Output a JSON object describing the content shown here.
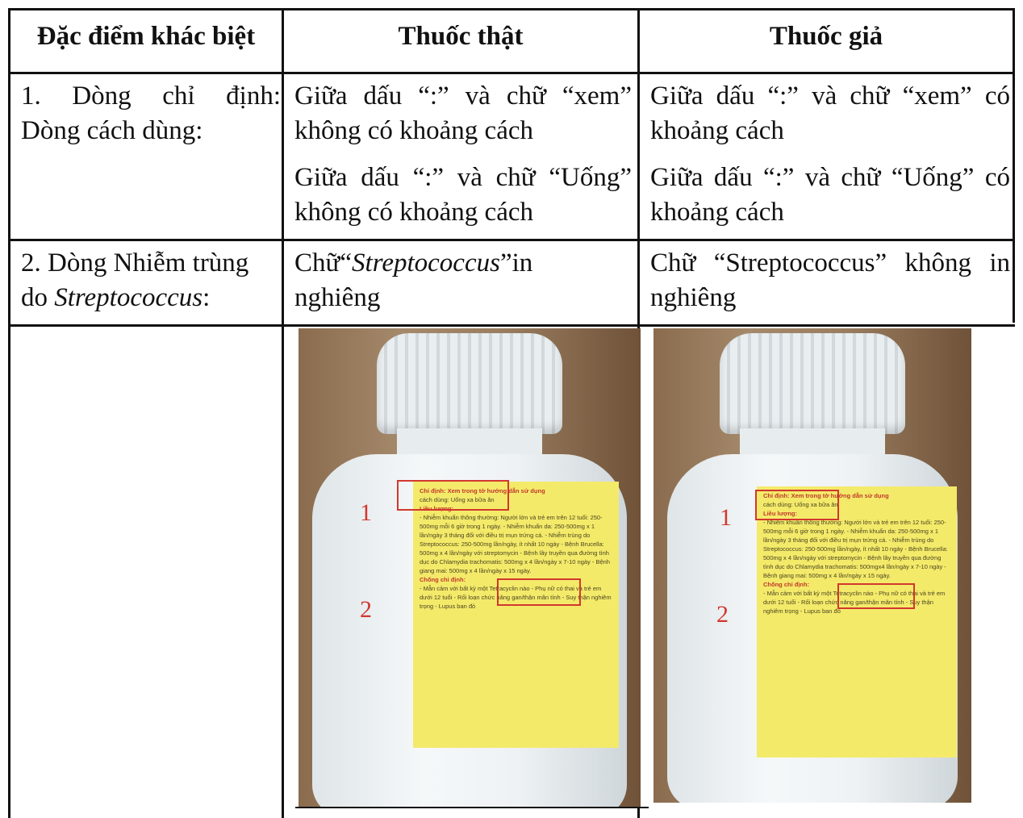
{
  "table": {
    "headers": [
      "Đặc điểm khác biệt",
      "Thuốc thật",
      "Thuốc giả"
    ],
    "row1": {
      "feature_line1": "1. Dòng chỉ định:",
      "feature_line2": "Dòng cách dùng:",
      "real_a": "Giữa dấu “:” và chữ “xem” không có khoảng cách",
      "real_b": "Giữa dấu “:” và chữ “Uống” không có khoảng cách",
      "fake_a": "Giữa dấu “:” và chữ “xem” có khoảng cách",
      "fake_b": "Giữa dấu “:” và chữ “Uống” có khoảng cách"
    },
    "row2": {
      "feature_pre": "2. Dòng Nhiễm trùng do ",
      "feature_italic": "Streptococcus",
      "feature_post": ":",
      "real_pre": "Chữ“",
      "real_italic": "Streptococcus",
      "real_post": "”in nghiêng",
      "fake": "Chữ “Streptococcus” không in nghiêng"
    }
  },
  "photos": {
    "real": {
      "marker1": "1",
      "marker2": "2",
      "label_title": "Chỉ định: Xem trong tờ hướng dẫn sử dụng",
      "label_usage": "cách dùng: Uống xa bữa ăn",
      "label_dosage": "Liều lượng:",
      "label_body": "- Nhiễm khuẩn thông thường: Người lớn và trẻ em trên 12 tuổi: 250-500mg mỗi 6 giờ trong 1 ngày. - Nhiễm khuẩn da: 250-500mg x 1 lần/ngày 3 tháng đối với điều trị mụn trứng cá. - Nhiễm trùng do Streptococcus: 250-500mg lần/ngày, ít nhất 10 ngày - Bệnh Brucella: 500mg x 4 lần/ngày với streptomycin - Bệnh lây truyền qua đường tình dục do Chlamydia trachomatis: 500mg x 4 lần/ngày x 7-10 ngày - Bệnh giang mai: 500mg x 4 lần/ngày x 15 ngày.",
      "label_contra": "Chống chỉ định:",
      "label_contra_body": "- Mẫn cảm với bất kỳ một Tetracyclin nào - Phụ nữ có thai và trẻ em dưới 12 tuổi - Rối loạn chức năng gan/thận mãn tính - Suy thận nghiêm trọng - Lupus ban đỏ"
    },
    "fake": {
      "marker1": "1",
      "marker2": "2",
      "label_title": "Chỉ định: Xem trong tờ hướng dẫn sử dụng",
      "label_usage": "cách dùng: Uống xa bữa ăn",
      "label_dosage": "Liều lượng:",
      "label_body": "- Nhiễm khuẩn thông thường: Người lớn và trẻ em trên 12 tuổi: 250-500mg mỗi 6 giờ trong 1 ngày. - Nhiễm khuẩn da: 250-500mg x 1 lần/ngày 3 tháng đối với điều trị mụn trứng cá. - Nhiễm trùng do Streptococcus: 250-500mg lần/ngày, ít nhất 10 ngày - Bệnh Brucella: 500mg x 4 lần/ngày với streptomycin - Bệnh lây truyền qua đường tình dục do Chlamydia trachomatis: 500mgx4 lần/ngày x 7-10 ngày - Bệnh giang mai: 500mg x 4 lần/ngày x 15 ngày.",
      "label_contra": "Chống chỉ định:",
      "label_contra_body": "- Mẫn cảm với bất kỳ một Tetracyclin nào - Phụ nữ có thai và trẻ em dưới 12 tuổi - Rối loạn chức năng gan/thận mãn tính - Suy thận nghiêm trọng - Lupus ban đỏ"
    }
  }
}
